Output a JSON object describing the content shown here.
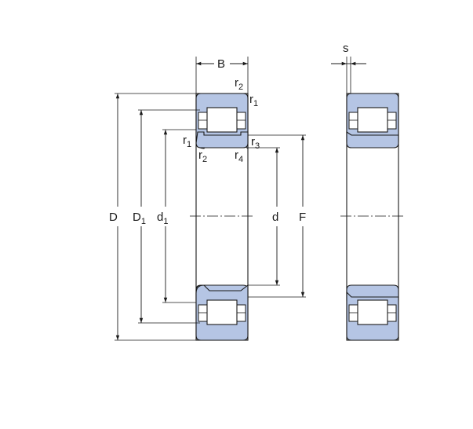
{
  "labels": {
    "B": "B",
    "s": "s",
    "D": "D",
    "D1_main": "D",
    "D1_sub": "1",
    "d1_main": "d",
    "d1_sub": "1",
    "d": "d",
    "F": "F",
    "r_main": "r",
    "sub_1": "1",
    "sub_2": "2",
    "sub_3": "3",
    "sub_4": "4"
  }
}
